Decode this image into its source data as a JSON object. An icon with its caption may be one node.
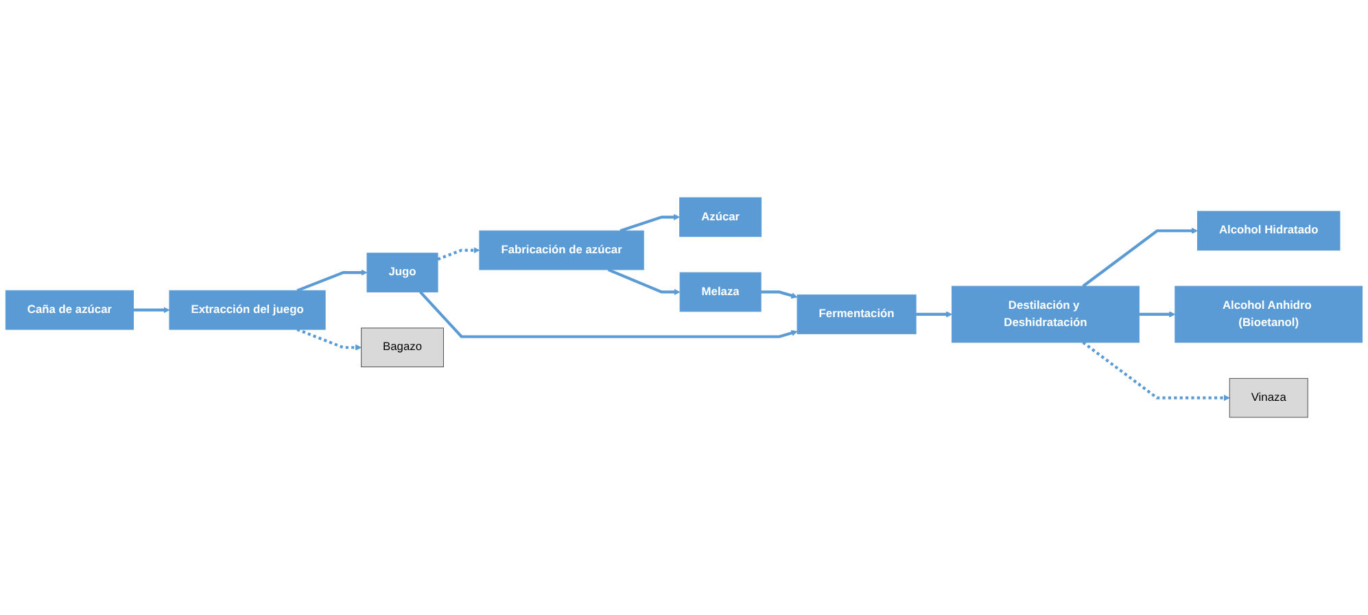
{
  "diagram": {
    "nodes": [
      {
        "text": [
          "Caña de azúcar"
        ]
      },
      {
        "text": [
          "Extracción del juego"
        ]
      },
      {
        "text": [
          "Jugo"
        ]
      },
      {
        "text": [
          "Fabricación de azúcar"
        ]
      },
      {
        "text": [
          "Azúcar"
        ]
      },
      {
        "text": [
          "Melaza"
        ]
      },
      {
        "text": [
          "Bagazo"
        ]
      },
      {
        "text": [
          "Fermentación"
        ]
      },
      {
        "text": [
          "Destilación y Deshidratación"
        ]
      },
      {
        "text": [
          "Alcohol Hidratado"
        ]
      },
      {
        "text": [
          "Alcohol Anhidro (Bioetanol)"
        ]
      },
      {
        "text": [
          "Vinaza"
        ]
      }
    ],
    "edges": [
      {
        "from": 0,
        "to": 1,
        "arrow": "to"
      },
      {
        "from": 1,
        "to": 6,
        "arrow": "to",
        "style": "dashed"
      },
      {
        "from": 1,
        "to": 2,
        "arrow": "to"
      },
      {
        "from": 2,
        "to": 3,
        "arrow": "to",
        "style": "dashed"
      },
      {
        "from": 3,
        "to": 4,
        "arrow": "to"
      },
      {
        "from": 3,
        "to": 5,
        "arrow": "to"
      },
      {
        "from": 5,
        "to": 7,
        "arrow": "to"
      },
      {
        "from": 2,
        "to": 7,
        "arrow": "to"
      },
      {
        "from": 7,
        "to": 8,
        "arrow": "to"
      },
      {
        "from": 8,
        "to": 9,
        "arrow": "to"
      },
      {
        "from": 8,
        "to": 10,
        "arrow": "to"
      },
      {
        "from": 8,
        "to": 11,
        "arrow": "to",
        "style": "dashed"
      }
    ]
  }
}
